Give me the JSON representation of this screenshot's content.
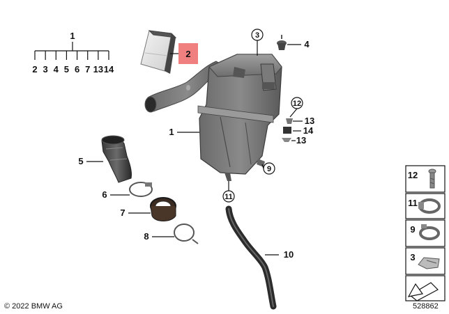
{
  "assembly": {
    "main_part": "1",
    "sub_parts": [
      "2",
      "3",
      "4",
      "5",
      "6",
      "7",
      "13",
      "14"
    ]
  },
  "callouts": {
    "p2": "2",
    "p3": "3",
    "p4": "4",
    "p1": "1",
    "p12": "12",
    "p13a": "13",
    "p14": "14",
    "p13b": "13",
    "p9": "9",
    "p11": "11",
    "p5": "5",
    "p6": "6",
    "p7": "7",
    "p8": "8",
    "p10": "10"
  },
  "legend": [
    {
      "num": "12",
      "icon": "bolt-icon"
    },
    {
      "num": "11",
      "icon": "hose-clamp-icon"
    },
    {
      "num": "9",
      "icon": "hose-clamp-icon"
    },
    {
      "num": "3",
      "icon": "spring-clip-icon"
    },
    {
      "num": "",
      "icon": "arrow-icon"
    }
  ],
  "highlight_color": "#f08080",
  "footer": {
    "copyright": "© 2022 BMW AG",
    "image_number": "528862"
  }
}
